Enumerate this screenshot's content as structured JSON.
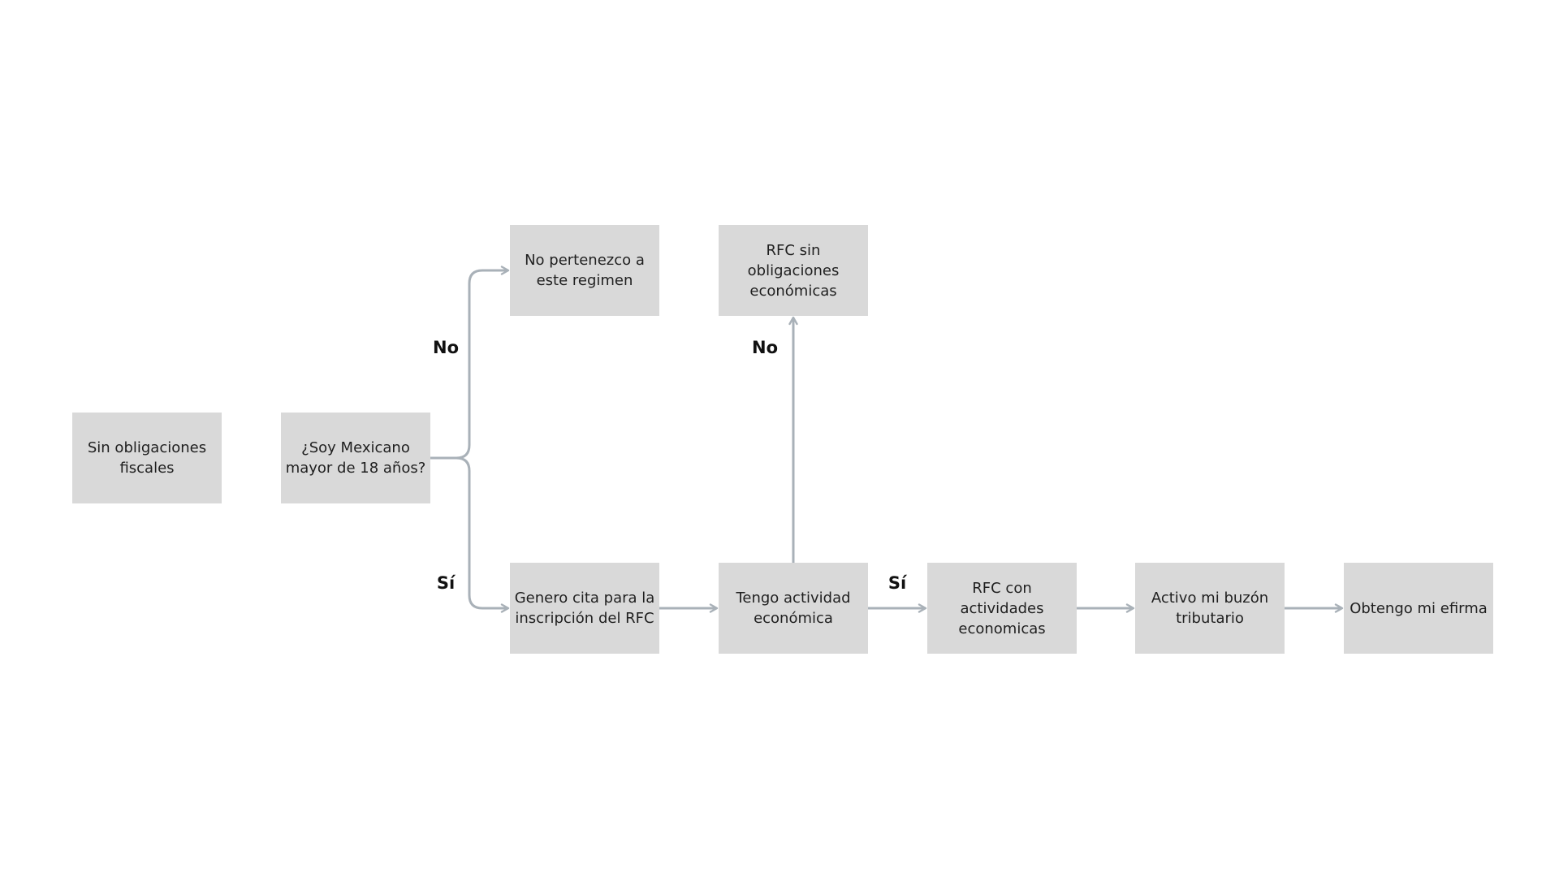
{
  "nodes": {
    "sin_obligaciones": "Sin obligaciones fiscales",
    "soy_mexicano": "¿Soy Mexicano mayor de 18 años?",
    "no_pertenezco": "No pertenezco a este regimen",
    "rfc_sin_obligaciones": "RFC sin obligaciones económicas",
    "genero_cita": "Genero cita para la inscripción del RFC",
    "tengo_actividad": "Tengo actividad económica",
    "rfc_con_actividades": "RFC con actividades economicas",
    "activo_buzon": "Activo mi buzón tributario",
    "obtengo_efirma": "Obtengo mi efirma"
  },
  "edge_labels": {
    "no_mexicano": "No",
    "si_mexicano": "Sí",
    "no_actividad": "No",
    "si_actividad": "Sí"
  },
  "colors": {
    "node_fill": "#d9d9d9",
    "connector": "#a9b1b8",
    "text": "#1f1f1f"
  }
}
